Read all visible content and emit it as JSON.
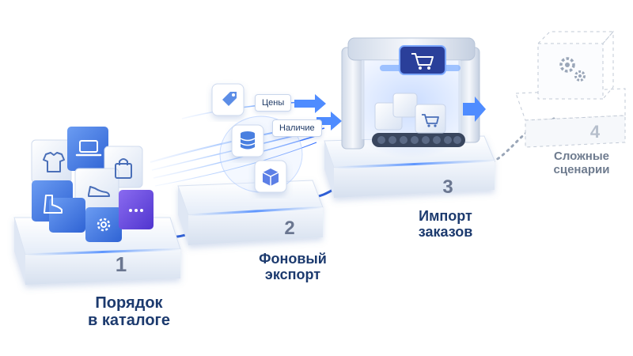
{
  "steps": [
    {
      "number": "1",
      "line1": "Порядок",
      "line2": "в каталоге"
    },
    {
      "number": "2",
      "line1": "Фоновый",
      "line2": "экспорт"
    },
    {
      "number": "3",
      "line1": "Импорт",
      "line2": "заказов"
    },
    {
      "number": "4",
      "line1": "Сложные",
      "line2": "сценарии"
    }
  ],
  "export_tags": {
    "prices": "Цены",
    "stock": "Наличие"
  },
  "icons": {
    "catalog": [
      "tshirt-icon",
      "laptop-icon",
      "shopping-bag-icon",
      "sneaker-icon",
      "boot-icon",
      "gear-icon",
      "more-icon"
    ],
    "export": [
      "price-tag-icon",
      "database-icon",
      "package-icon"
    ],
    "import": [
      "shopping-cart-icon"
    ],
    "future": [
      "gears-icon"
    ]
  },
  "colors": {
    "accent": "#2f6bff",
    "text": "#1c3a6e",
    "faded_text": "#8a97a8",
    "platform": "#eef3fb",
    "cube_blue": "#4a82e8",
    "cube_purple": "#6a4fe0"
  }
}
